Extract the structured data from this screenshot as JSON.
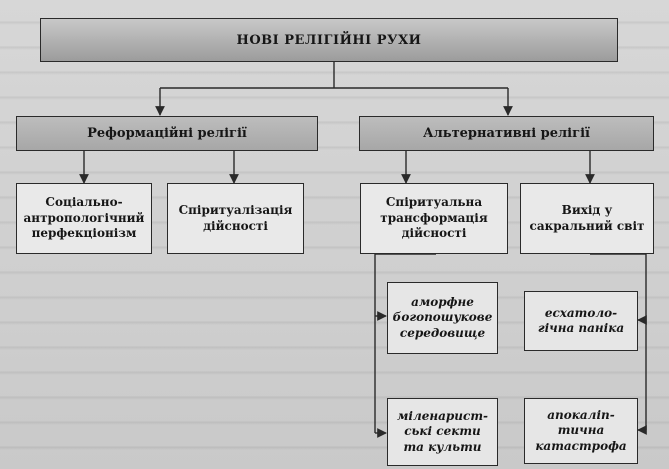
{
  "diagram": {
    "title": "НОВІ РЕЛІГІЙНІ РУХИ",
    "groups": [
      {
        "label": "Реформаційні релігії",
        "children": [
          {
            "label": "Соціально-\nантропологічний\nперфекціонізм"
          },
          {
            "label": "Спіритуалізація\nдійсності"
          }
        ]
      },
      {
        "label": "Альтернативні релігії",
        "children": [
          {
            "label": "Спіритуальна\nтрансформація\nдійсності",
            "items": [
              {
                "label": "аморфне\nбогопошукове\nсередовище"
              },
              {
                "label": "міленарист-\nські секти\nта культи"
              }
            ]
          },
          {
            "label": "Вихід у\nсакральний світ",
            "items": [
              {
                "label": "есхатоло-\nгічна паніка"
              },
              {
                "label": "апокаліп-\nтична\nкатастрофа"
              }
            ]
          }
        ]
      }
    ]
  }
}
